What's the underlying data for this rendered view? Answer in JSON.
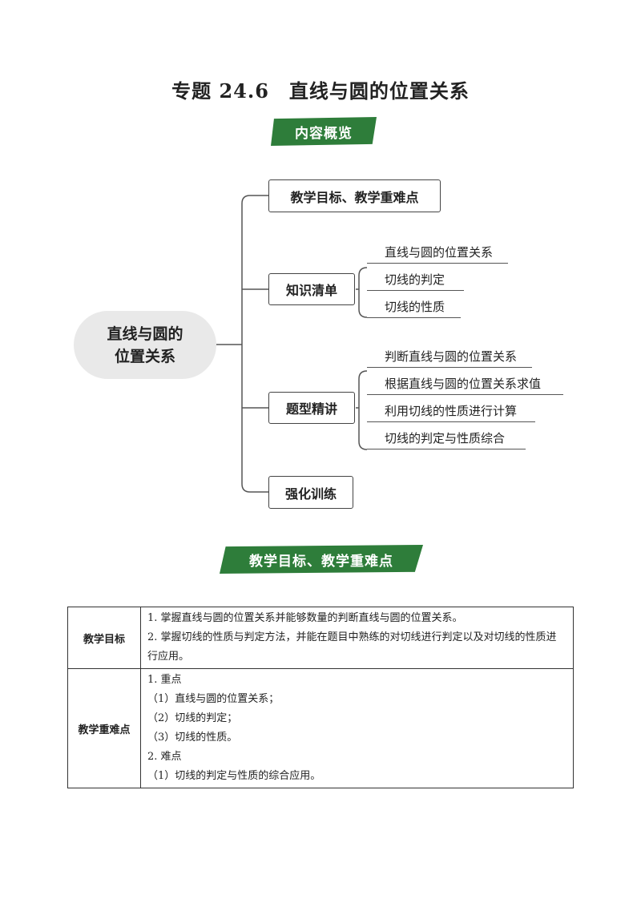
{
  "title": "专题 24.6　直线与圆的位置关系",
  "overview_banner": "内容概览",
  "mindmap": {
    "center": [
      "直线与圆的",
      "位置关系"
    ],
    "branches": [
      {
        "label": "教学目标、教学重难点",
        "items": []
      },
      {
        "label": "知识清单",
        "items": [
          "直线与圆的位置关系",
          "切线的判定",
          "切线的性质"
        ]
      },
      {
        "label": "题型精讲",
        "items": [
          "判断直线与圆的位置关系",
          "根据直线与圆的位置关系求值",
          "利用切线的性质进行计算",
          "切线的判定与性质综合"
        ]
      },
      {
        "label": "强化训练",
        "items": []
      }
    ]
  },
  "goals_banner": "教学目标、教学重难点",
  "table": {
    "rows": [
      {
        "header": "教学目标",
        "lines": [
          "1. 掌握直线与圆的位置关系并能够数量的判断直线与圆的位置关系。",
          "2. 掌握切线的性质与判定方法，并能在题目中熟练的对切线进行判定以及对切线的性质进行应用。"
        ]
      },
      {
        "header": "教学重难点",
        "lines": [
          "1. 重点",
          "（1）直线与圆的位置关系；",
          "（2）切线的判定；",
          "（3）切线的性质。",
          "2. 难点",
          "（1）切线的判定与性质的综合应用。"
        ]
      }
    ]
  }
}
